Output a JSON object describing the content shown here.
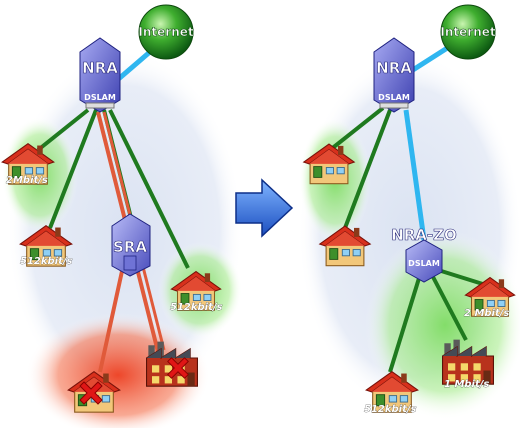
{
  "colors": {
    "copper_ok": "#1f7a1f",
    "copper_bad": "#e05a3a",
    "fiber": "#2fb6f0",
    "zone_ok": "#8fe07a",
    "zone_bad": "#f05a3a",
    "zone_area": "#e6ecf6",
    "node_box": "#6f73d6",
    "arrow": "#2a6fd8"
  },
  "before": {
    "internet_label": "Internet",
    "nra_label": "NRA",
    "nra_dslam_label": "DSLAM",
    "sra_label": "SRA",
    "speed_house_1": "2Mbit/s",
    "speed_house_2": "512kbit/s",
    "speed_house_3": "512kbit/s"
  },
  "after": {
    "internet_label": "Internet",
    "nra_label": "NRA",
    "nra_dslam_label": "DSLAM",
    "nrazo_label": "NRA-ZO",
    "nrazo_dslam_label": "DSLAM",
    "speed_house_3": "2 Mbit/s",
    "speed_factory": "1 Mbit/s",
    "speed_house_4": "512kbit/s"
  },
  "icons": {
    "arrow": "right-arrow-icon",
    "house": "house-icon",
    "factory": "factory-icon",
    "globe": "globe-icon",
    "cross": "red-cross-icon"
  }
}
